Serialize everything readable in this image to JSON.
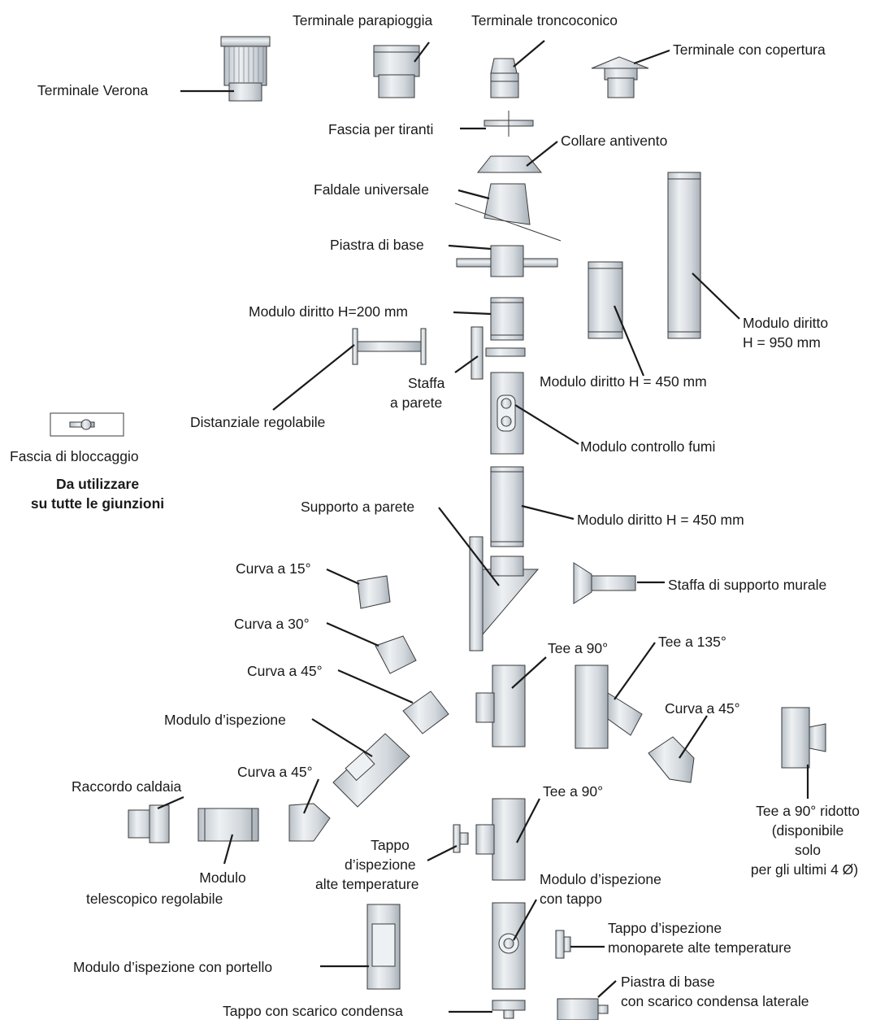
{
  "labels": {
    "terminale_verona": "Terminale Verona",
    "terminale_parapioggia": "Terminale parapioggia",
    "terminale_troncoconico": "Terminale troncoconico",
    "terminale_copertura": "Terminale con copertura",
    "fascia_tiranti": "Fascia per tiranti",
    "collare_antivento": "Collare antivento",
    "faldale_universale": "Faldale universale",
    "piastra_base": "Piastra di base",
    "modulo_200": "Modulo diritto H=200 mm",
    "modulo_950_a": "Modulo diritto",
    "modulo_950_b": "H = 950 mm",
    "staffa_parete_a": "Staffa",
    "staffa_parete_b": "a parete",
    "modulo_450_top": "Modulo diritto H = 450 mm",
    "distanziale": "Distanziale regolabile",
    "fascia_bloccaggio": "Fascia di bloccaggio",
    "da_utilizzare_a": "Da utilizzare",
    "da_utilizzare_b": "su tutte le giunzioni",
    "modulo_controllo_fumi": "Modulo controllo fumi",
    "supporto_parete": "Supporto a parete",
    "modulo_450_mid": "Modulo diritto H = 450 mm",
    "curva_15": "Curva a 15°",
    "staffa_supporto_murale": "Staffa di supporto murale",
    "curva_30": "Curva a 30°",
    "tee_90_top": "Tee a 90°",
    "tee_135": "Tee a 135°",
    "curva_45_a": "Curva a 45°",
    "curva_45_right": "Curva a 45°",
    "modulo_ispezione": "Modulo d’ispezione",
    "curva_45_b": "Curva a 45°",
    "raccordo_caldaia": "Raccordo caldaia",
    "tee_90_bottom": "Tee a 90°",
    "tee_90_ridotto_a": "Tee a 90° ridotto",
    "tee_90_ridotto_b": "(disponibile",
    "tee_90_ridotto_c": "solo",
    "tee_90_ridotto_d": "per gli ultimi 4 Ø)",
    "tappo_ispezione_a": "Tappo",
    "tappo_ispezione_b": "d’ispezione",
    "tappo_ispezione_c": "alte temperature",
    "modulo_telescopico_a": "Modulo",
    "modulo_telescopico_b": "telescopico regolabile",
    "modulo_ispezione_tappo_a": "Modulo d’ispezione",
    "modulo_ispezione_tappo_b": "con tappo",
    "tappo_monoparete_a": "Tappo d’ispezione",
    "tappo_monoparete_b": "monoparete alte temperature",
    "modulo_ispezione_portello": "Modulo d’ispezione con portello",
    "piastra_condensa_a": "Piastra di base",
    "piastra_condensa_b": "con scarico condensa laterale",
    "tappo_scarico_condensa": "Tappo con scarico condensa"
  },
  "colors": {
    "metal_fill": "#d4d9de",
    "metal_light": "#eef1f3",
    "metal_dark": "#9aa3ab",
    "outline": "#3a3a3a",
    "text": "#1a1a1a"
  }
}
